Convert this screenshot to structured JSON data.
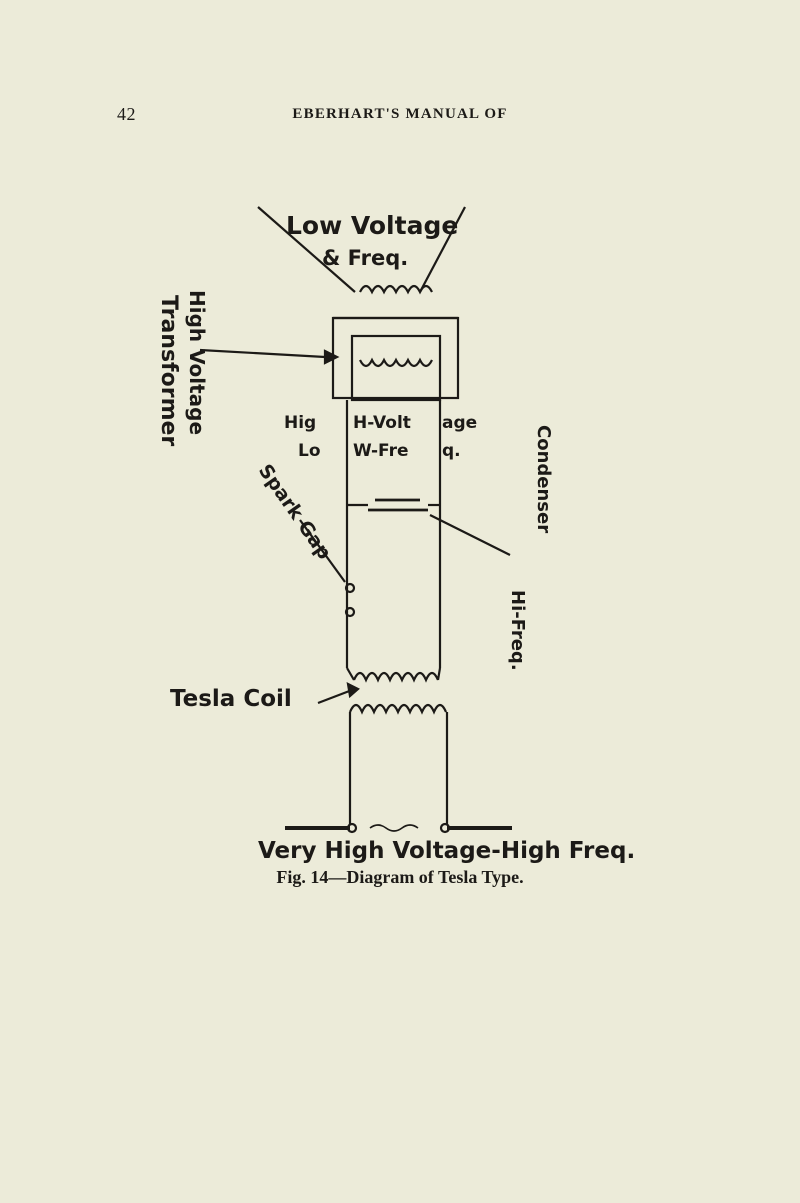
{
  "header": {
    "page_number": "42",
    "running_head": "EBERHART'S MANUAL OF"
  },
  "diagram": {
    "label_top_line1": "Low Voltage",
    "label_top_line2": "& Freq.",
    "label_left": "Transformer",
    "label_left2": "High Voltage",
    "label_box_1": "Hig",
    "label_box_2": "H-Volt",
    "label_box_3": "age",
    "label_box_4": "Lo",
    "label_box_5": "W-Fre",
    "label_box_6": "q.",
    "label_spark": "Spark Gap",
    "label_condenser": "Condenser",
    "label_condenser2": "Hi-Freq.",
    "label_tesla": "Tesla Coil",
    "label_bottom": "Very High Voltage-High Freq."
  },
  "caption": {
    "text": "Fig. 14—Diagram of Tesla Type."
  }
}
